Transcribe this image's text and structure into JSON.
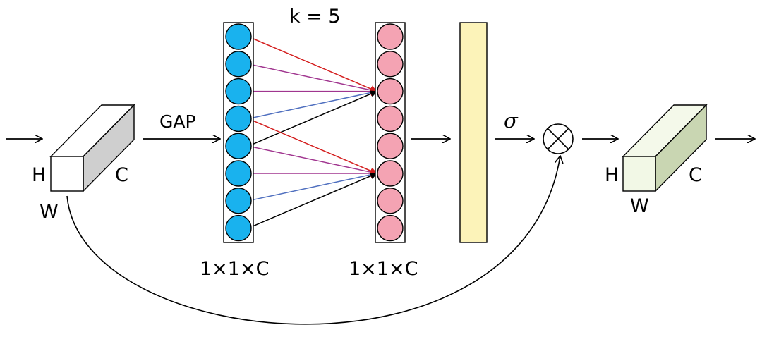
{
  "labels": {
    "kernel": "k = 5",
    "gap": "GAP",
    "sigma": "σ",
    "input_h": "H",
    "input_c": "C",
    "input_w": "W",
    "output_h": "H",
    "output_c": "C",
    "output_w": "W",
    "vector1_dim": "1×1×C",
    "vector2_dim": "1×1×C"
  },
  "nodes": {
    "vector1_count": 8,
    "vector2_count": 8
  },
  "colors": {
    "input_cube_front": "#ffffff",
    "input_cube_top": "#ffffff",
    "input_cube_side": "#cfcfcf",
    "output_cube_front": "#f2f8e6",
    "output_cube_top": "#f4f9ea",
    "output_cube_side": "#c9d6b2",
    "vector1_node": "#19b2ee",
    "vector2_node": "#f4a3b3",
    "sigmoid_bar": "#fcf3b9",
    "conn_red": "#d41f1f",
    "conn_purple": "#a0358f",
    "conn_blue": "#4f6fbf",
    "conn_black": "#000000"
  }
}
